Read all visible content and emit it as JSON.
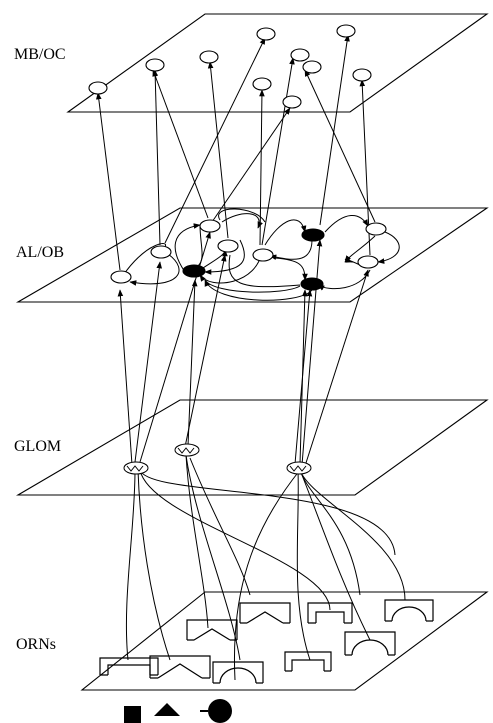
{
  "layers": [
    {
      "id": "mb",
      "label": "MB/OC"
    },
    {
      "id": "al",
      "label": "AL/OB"
    },
    {
      "id": "glom",
      "label": "GLOM"
    },
    {
      "id": "orn",
      "label": "ORNs"
    }
  ],
  "legend": [
    {
      "shape": "square",
      "name": "square-ligand-icon"
    },
    {
      "shape": "triangle",
      "name": "triangle-ligand-icon"
    },
    {
      "shape": "circle",
      "name": "round-ligand-icon"
    }
  ],
  "colors": {
    "ink": "#000000",
    "paper": "#ffffff"
  }
}
